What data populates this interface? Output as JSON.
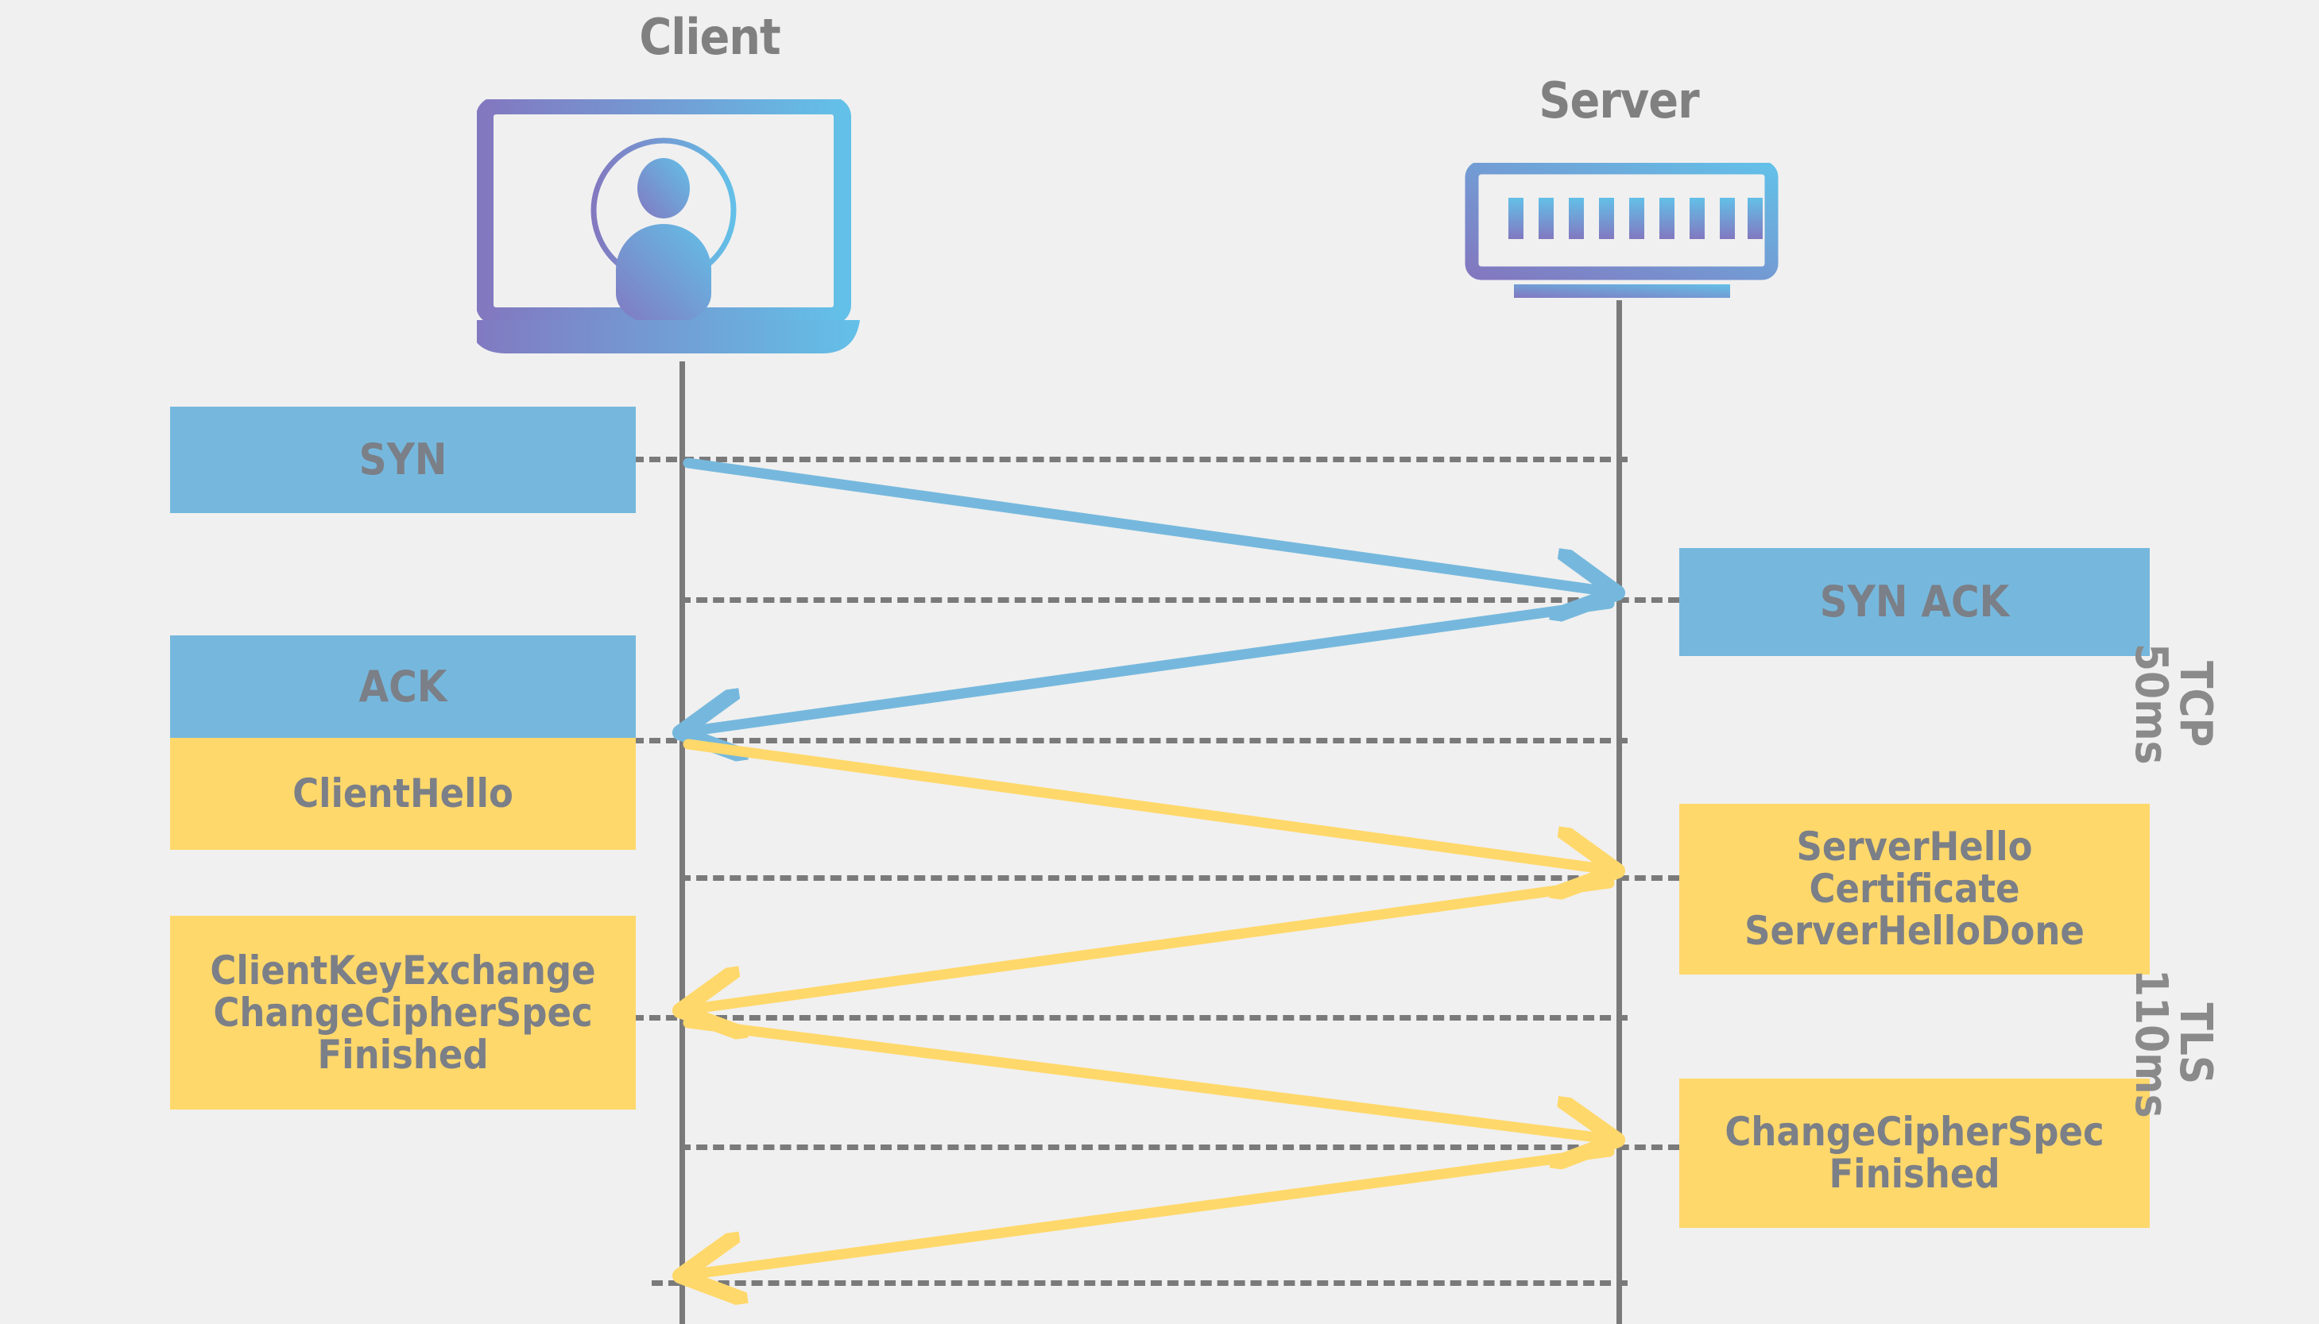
{
  "diagram": {
    "title_client": "Client",
    "title_server": "Server",
    "background_color": "#f0f0f0",
    "tcp_color": "#76b8dd",
    "tls_color": "#ffd86b",
    "line_color": "#7a7a7a",
    "text_color": "#7b7f87"
  },
  "actors": {
    "client": {
      "label": "Client",
      "icon": "laptop-user-icon"
    },
    "server": {
      "label": "Server",
      "icon": "server-rack-icon"
    }
  },
  "messages": {
    "client_side": [
      {
        "label": "SYN",
        "protocol": "TCP",
        "color": "#76b8dd"
      },
      {
        "label": "ACK",
        "protocol": "TCP",
        "color": "#76b8dd"
      },
      {
        "label": "ClientHello",
        "protocol": "TLS",
        "color": "#ffd86b"
      },
      {
        "label": "ClientKeyExchange\nChangeCipherSpec\nFinished",
        "protocol": "TLS",
        "color": "#ffd86b"
      }
    ],
    "server_side": [
      {
        "label": "SYN ACK",
        "protocol": "TCP",
        "color": "#76b8dd"
      },
      {
        "label": "ServerHello\nCertificate\nServerHelloDone",
        "protocol": "TLS",
        "color": "#ffd86b"
      },
      {
        "label": "ChangeCipherSpec\nFinished",
        "protocol": "TLS",
        "color": "#ffd86b"
      }
    ]
  },
  "boxes": {
    "syn": "SYN",
    "ack": "ACK",
    "client_hello": "ClientHello",
    "client_key_exchange_l1": "ClientKeyExchange",
    "client_key_exchange_l2": "ChangeCipherSpec",
    "client_key_exchange_l3": "Finished",
    "syn_ack": "SYN ACK",
    "server_hello_l1": "ServerHello",
    "server_hello_l2": "Certificate",
    "server_hello_l3": "ServerHelloDone",
    "server_ccs_l1": "ChangeCipherSpec",
    "server_ccs_l2": "Finished"
  },
  "phases": [
    {
      "name": "TCP",
      "duration": "50ms"
    },
    {
      "name": "TLS",
      "duration": "110ms"
    }
  ],
  "arrows": [
    {
      "from": "client",
      "to": "server",
      "protocol": "TCP",
      "message": "SYN"
    },
    {
      "from": "server",
      "to": "client",
      "protocol": "TCP",
      "message": "SYN ACK"
    },
    {
      "from": "client",
      "to": "server",
      "protocol": "TLS",
      "message": "ClientHello"
    },
    {
      "from": "server",
      "to": "client",
      "protocol": "TLS",
      "message": "ServerHello / Certificate / ServerHelloDone"
    },
    {
      "from": "client",
      "to": "server",
      "protocol": "TLS",
      "message": "ClientKeyExchange / ChangeCipherSpec / Finished"
    },
    {
      "from": "server",
      "to": "client",
      "protocol": "TLS",
      "message": "ChangeCipherSpec / Finished"
    }
  ]
}
